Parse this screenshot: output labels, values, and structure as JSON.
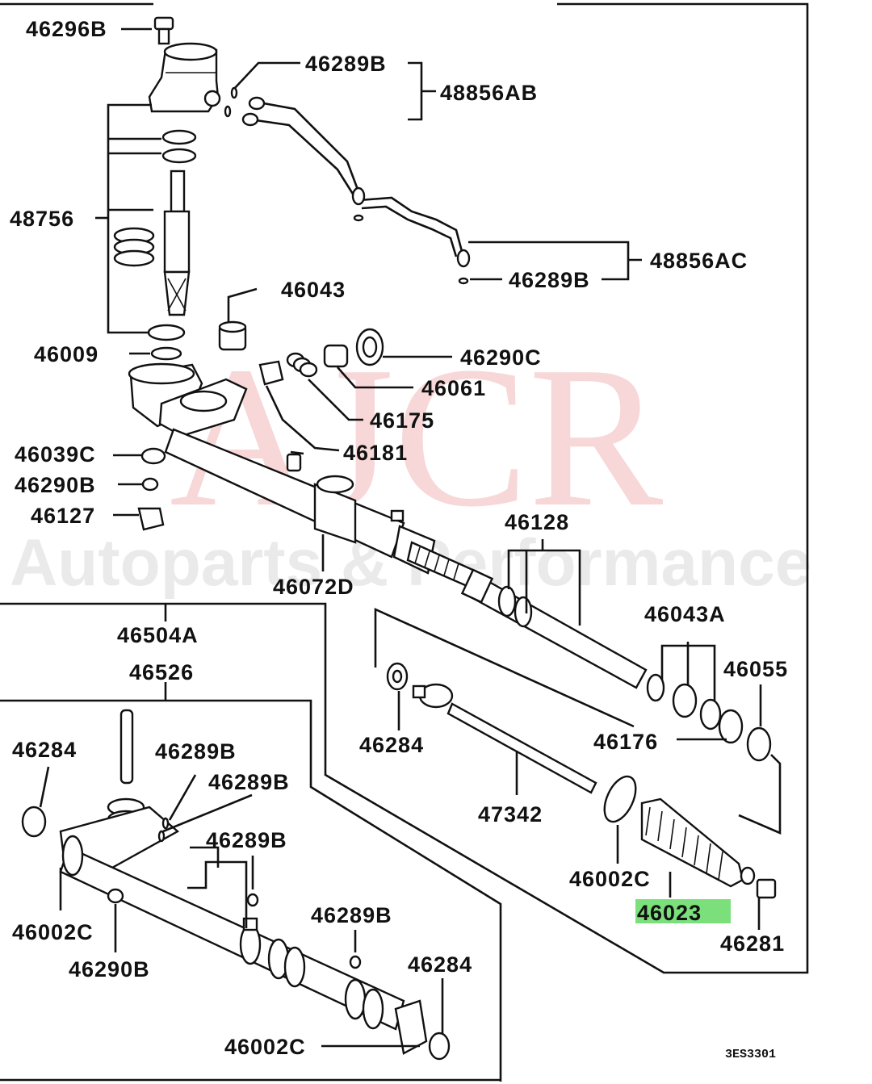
{
  "watermark": {
    "logo": "AJCR",
    "tagline": "Autoparts & Performance"
  },
  "highlight_color": "#7be07b",
  "watermark_color": "#f2b7b7",
  "diagram_code": "3ES3301",
  "labels": {
    "p46296B": "46296B",
    "p46289B_top": "46289B",
    "p48856AB": "48856AB",
    "p48756": "48756",
    "p48856AC": "48856AC",
    "p46289B_right": "46289B",
    "p46043": "46043",
    "p46009": "46009",
    "p46290C": "46290C",
    "p46061": "46061",
    "p46175": "46175",
    "p46181": "46181",
    "p46039C": "46039C",
    "p46290B_left": "46290B",
    "p46127": "46127",
    "p46128": "46128",
    "p46072D": "46072D",
    "p46504A": "46504A",
    "p46043A": "46043A",
    "p46526": "46526",
    "p46055": "46055",
    "p46284_mid": "46284",
    "p46176": "46176",
    "p46284_left": "46284",
    "p46289B_a": "46289B",
    "p46289B_b": "46289B",
    "p46289B_c": "46289B",
    "p47342": "47342",
    "p46002C_right": "46002C",
    "p46023": "46023",
    "p46002C_left": "46002C",
    "p46289B_d": "46289B",
    "p46290B_bottom": "46290B",
    "p46284_bottom": "46284",
    "p46281": "46281",
    "p46002C_bottom": "46002C"
  }
}
